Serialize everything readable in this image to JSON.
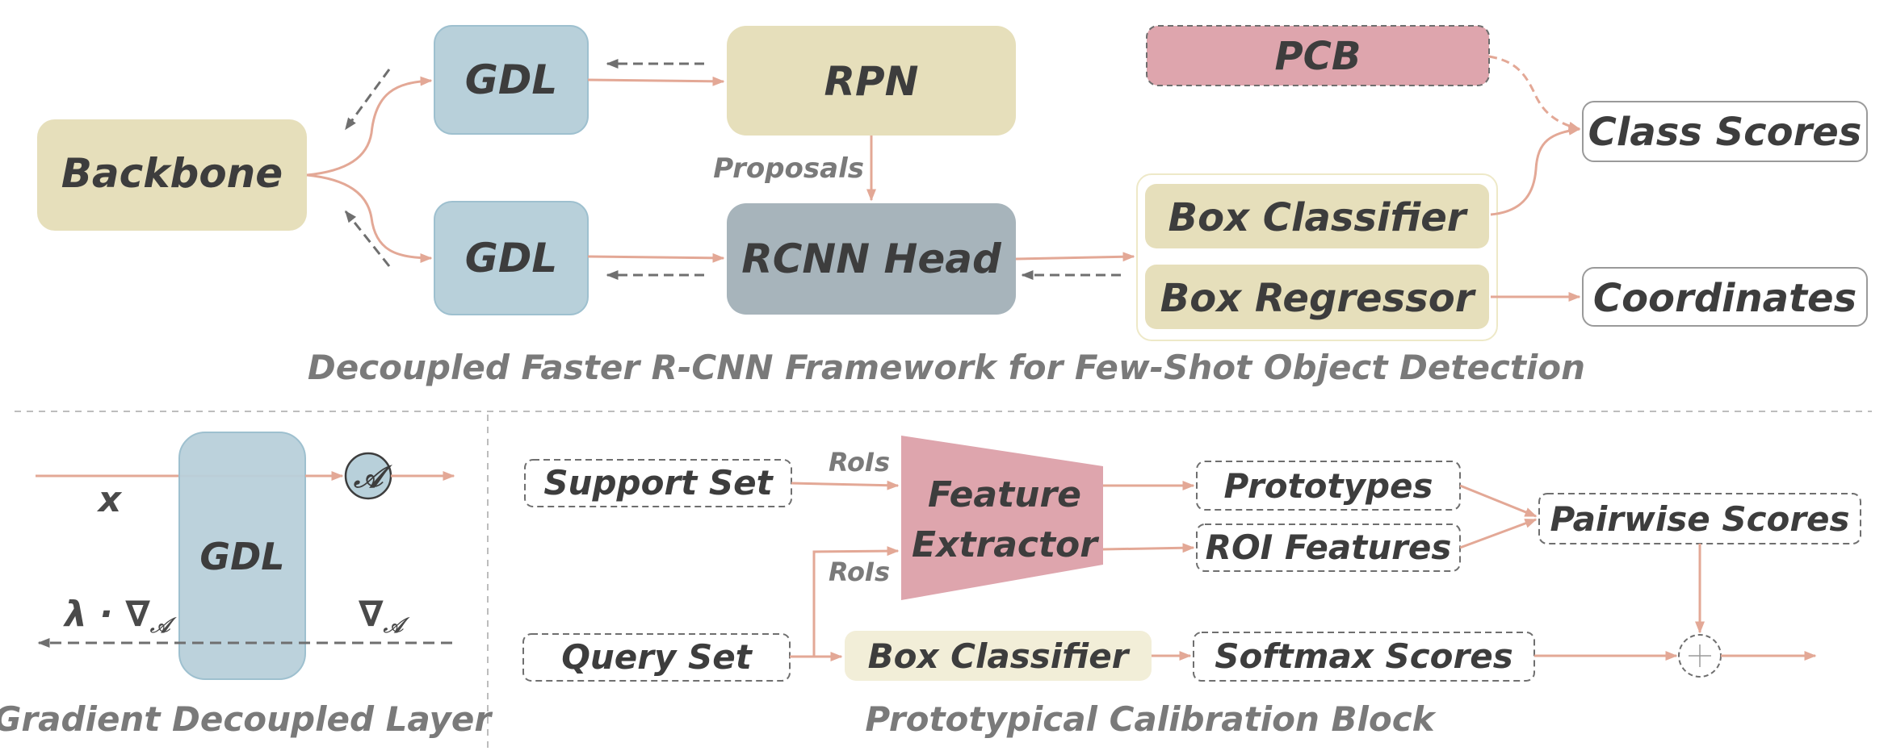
{
  "top": {
    "backbone": "Backbone",
    "gdl_top": "GDL",
    "gdl_bottom": "GDL",
    "rpn": "RPN",
    "rcnn_head": "RCNN Head",
    "proposals": "Proposals",
    "pcb": "PCB",
    "box_classifier": "Box Classifier",
    "box_regressor": "Box Regressor",
    "class_scores": "Class Scores",
    "coordinates": "Coordinates",
    "caption": "Decoupled Faster R-CNN Framework for Few-Shot Object Detection"
  },
  "gdl_panel": {
    "gdl": "GDL",
    "x": "x",
    "a_symbol": "𝒜",
    "lambda_grad": "λ · ∇",
    "lambda_grad_sub": "𝒜",
    "grad": "∇",
    "grad_sub": "𝒜",
    "caption": "Gradient Decoupled Layer"
  },
  "pcb_panel": {
    "support_set": "Support Set",
    "query_set": "Query Set",
    "rois_top": "RoIs",
    "rois_bottom": "RoIs",
    "feature": "Feature",
    "extractor": "Extractor",
    "prototypes": "Prototypes",
    "roi_features": "ROI Features",
    "pairwise_scores": "Pairwise Scores",
    "box_classifier": "Box Classifier",
    "softmax_scores": "Softmax Scores",
    "caption": "Prototypical Calibration Block"
  },
  "colors": {
    "beige": "#e6dfbb",
    "blue": "#b8d0da",
    "blue_stroke": "#9ec0cf",
    "slate": "#a7b4bb",
    "pink": "#dea5ad",
    "arrow": "#e3a896",
    "dash": "#6f6f6f",
    "text": "#3d3d3d",
    "caption": "#7a7a7a"
  }
}
